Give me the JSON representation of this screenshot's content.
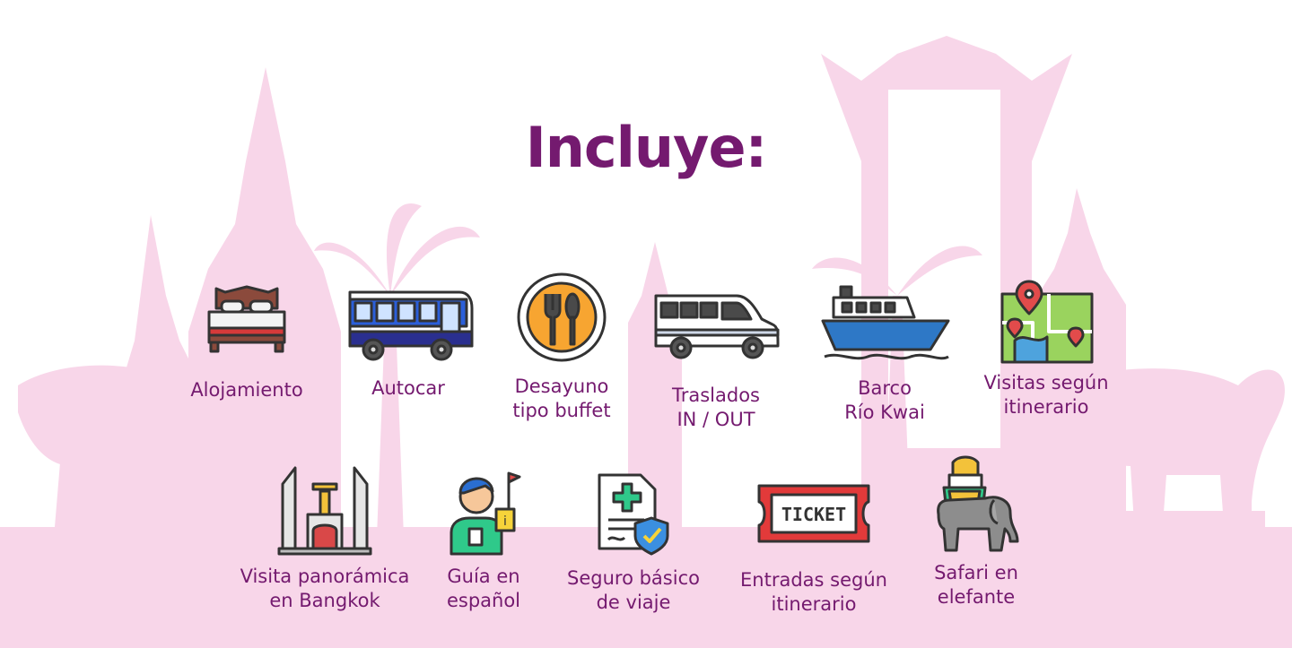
{
  "title": "Incluye:",
  "items": [
    {
      "id": "alojamiento",
      "icon": "bed-icon",
      "lines": [
        "Alojamiento"
      ]
    },
    {
      "id": "autocar",
      "icon": "bus-icon",
      "lines": [
        "Autocar"
      ]
    },
    {
      "id": "desayuno",
      "icon": "cutlery-plate-icon",
      "lines": [
        "Desayuno",
        "tipo buffet"
      ]
    },
    {
      "id": "traslados",
      "icon": "van-icon",
      "lines": [
        "Traslados",
        "IN / OUT"
      ]
    },
    {
      "id": "barco",
      "icon": "boat-icon",
      "lines": [
        "Barco",
        "Río Kwai"
      ]
    },
    {
      "id": "visitas",
      "icon": "map-pin-icon",
      "lines": [
        "Visitas según",
        "itinerario"
      ]
    },
    {
      "id": "panoramica",
      "icon": "monument-icon",
      "lines": [
        "Visita panorámica",
        "en Bangkok"
      ]
    },
    {
      "id": "guia",
      "icon": "tour-guide-icon",
      "lines": [
        "Guía en",
        "español"
      ]
    },
    {
      "id": "seguro",
      "icon": "insurance-document-icon",
      "lines": [
        "Seguro básico",
        "de viaje"
      ]
    },
    {
      "id": "entradas",
      "icon": "ticket-icon",
      "lines": [
        "Entradas según",
        "itinerario"
      ]
    },
    {
      "id": "safari",
      "icon": "elephant-icon",
      "lines": [
        "Safari en",
        "elefante"
      ]
    }
  ],
  "ticket_text": "TICKET",
  "colors": {
    "title": "#741a6f",
    "background_silhouette": "#f8d6e9"
  }
}
